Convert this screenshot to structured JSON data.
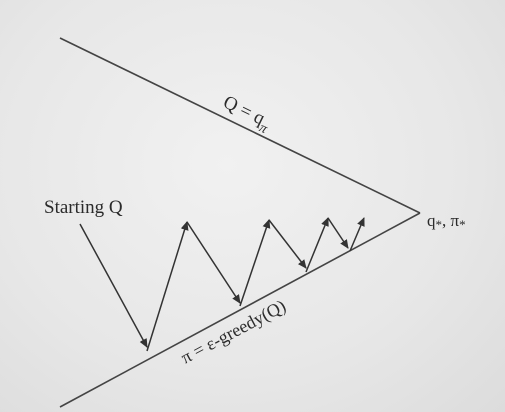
{
  "diagram": {
    "labels": {
      "top_line": {
        "main": "Q = q",
        "sub": "π"
      },
      "bottom_line": "π = ε-greedy(Q)",
      "start": "Starting Q",
      "vertex": {
        "q": "q",
        "q_sub": "*",
        "sep": ", ",
        "pi": "π",
        "pi_sub": "*"
      }
    },
    "colors": {
      "ink": "#333333",
      "background": "#ececec"
    }
  }
}
